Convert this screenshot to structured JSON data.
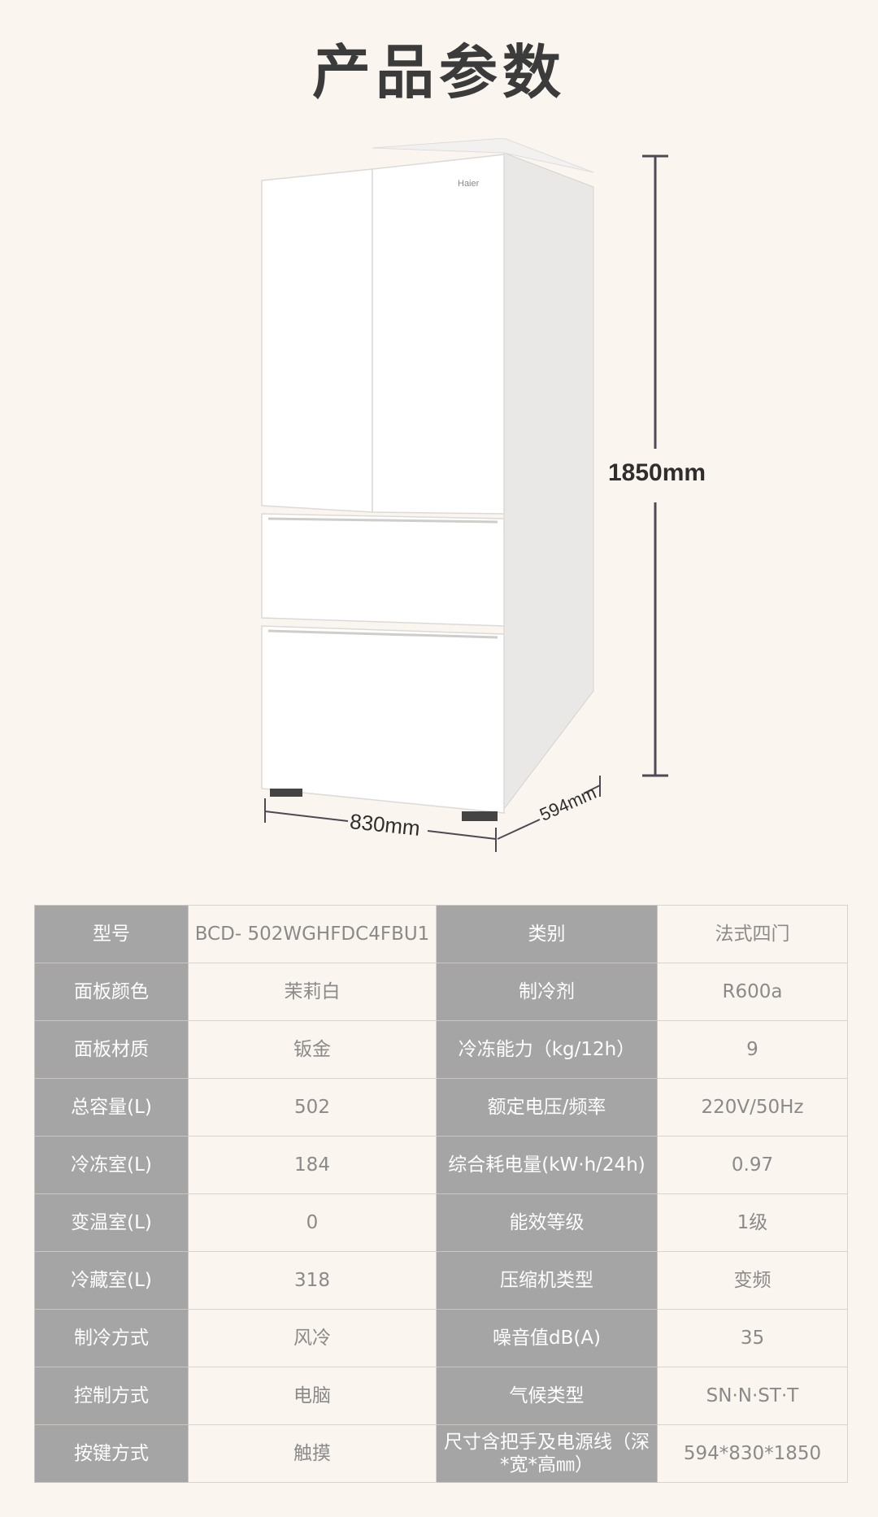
{
  "title": "产品参数",
  "brand": "Haier",
  "dimensions": {
    "height": "1850mm",
    "width": "830mm",
    "depth": "594mm"
  },
  "specs": [
    {
      "label1": "型号",
      "value1": "BCD- 502WGHFDC4FBU1",
      "label2": "类别",
      "value2": "法式四门"
    },
    {
      "label1": "面板颜色",
      "value1": "茉莉白",
      "label2": "制冷剂",
      "value2": "R600a"
    },
    {
      "label1": "面板材质",
      "value1": "钣金",
      "label2": "冷冻能力（kg/12h）",
      "value2": "9"
    },
    {
      "label1": "总容量(L)",
      "value1": "502",
      "label2": "额定电压/频率",
      "value2": "220V/50Hz"
    },
    {
      "label1": "冷冻室(L)",
      "value1": "184",
      "label2": "综合耗电量(kW·h/24h)",
      "value2": "0.97"
    },
    {
      "label1": "变温室(L)",
      "value1": "0",
      "label2": "能效等级",
      "value2": "1级"
    },
    {
      "label1": "冷藏室(L)",
      "value1": "318",
      "label2": "压缩机类型",
      "value2": "变频"
    },
    {
      "label1": "制冷方式",
      "value1": "风冷",
      "label2": "噪音值dB(A)",
      "value2": "35"
    },
    {
      "label1": "控制方式",
      "value1": "电脑",
      "label2": "气候类型",
      "value2": "SN·N·ST·T"
    },
    {
      "label1": "按键方式",
      "value1": "触摸",
      "label2": "尺寸含把手及电源线（深*宽*高㎜）",
      "value2": "594*830*1850"
    }
  ]
}
